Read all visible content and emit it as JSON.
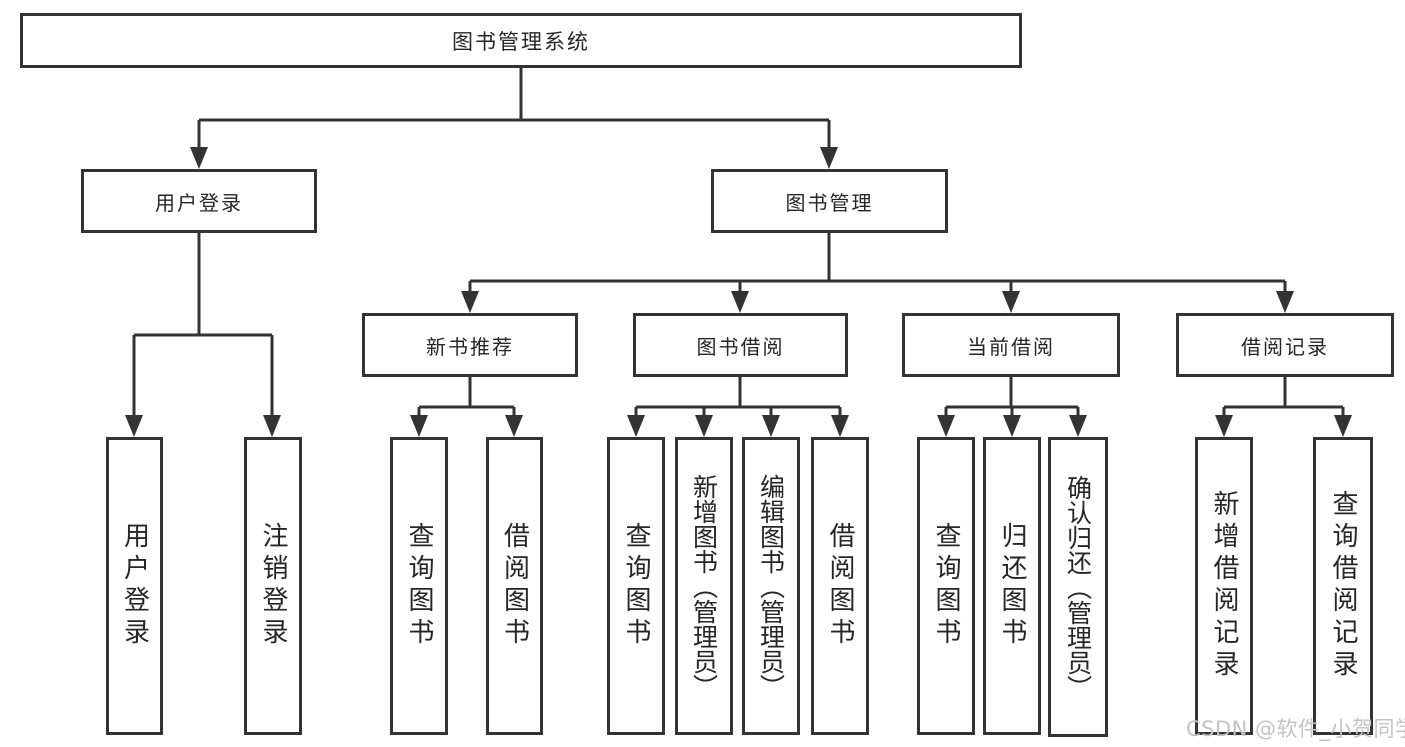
{
  "tree": {
    "root": {
      "label": "图书管理系统"
    },
    "userLogin": {
      "label": "用户登录",
      "children": [
        {
          "label": "用户登录"
        },
        {
          "label": "注销登录"
        }
      ]
    },
    "bookMgmt": {
      "label": "图书管理",
      "sections": [
        {
          "label": "新书推荐",
          "children": [
            {
              "label": "查询图书"
            },
            {
              "label": "借阅图书"
            }
          ]
        },
        {
          "label": "图书借阅",
          "children": [
            {
              "label": "查询图书"
            },
            {
              "label": "新增图书（管理员）"
            },
            {
              "label": "编辑图书（管理员）"
            },
            {
              "label": "借阅图书"
            }
          ]
        },
        {
          "label": "当前借阅",
          "children": [
            {
              "label": "查询图书"
            },
            {
              "label": "归还图书"
            },
            {
              "label": "确认归还（管理员）"
            }
          ]
        },
        {
          "label": "借阅记录",
          "children": [
            {
              "label": "新增借阅记录"
            },
            {
              "label": "查询借阅记录"
            }
          ]
        }
      ]
    }
  },
  "watermark": {
    "text": "CSDN @软件_小贺同学"
  },
  "colors": {
    "background": "#ffffff",
    "line": "#333333",
    "border": "#333333",
    "text": "#262626",
    "watermark": "#c3c3c3"
  }
}
